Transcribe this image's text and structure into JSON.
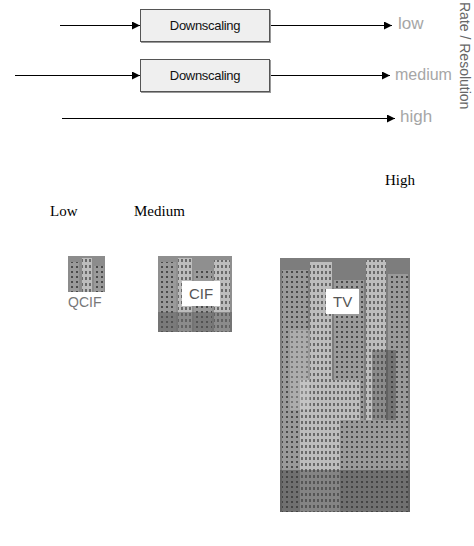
{
  "diagram": {
    "nodes": [
      {
        "text": [
          "Downscaling"
        ]
      },
      {
        "text": [
          "Downscaling"
        ]
      },
      {
        "text": [
          "CIF"
        ]
      },
      {
        "text": [
          "TV"
        ]
      }
    ],
    "labels": [
      "low",
      "medium",
      "high",
      "Rate / Resolution",
      "High",
      "Low",
      "Medium",
      "QCIF"
    ]
  }
}
